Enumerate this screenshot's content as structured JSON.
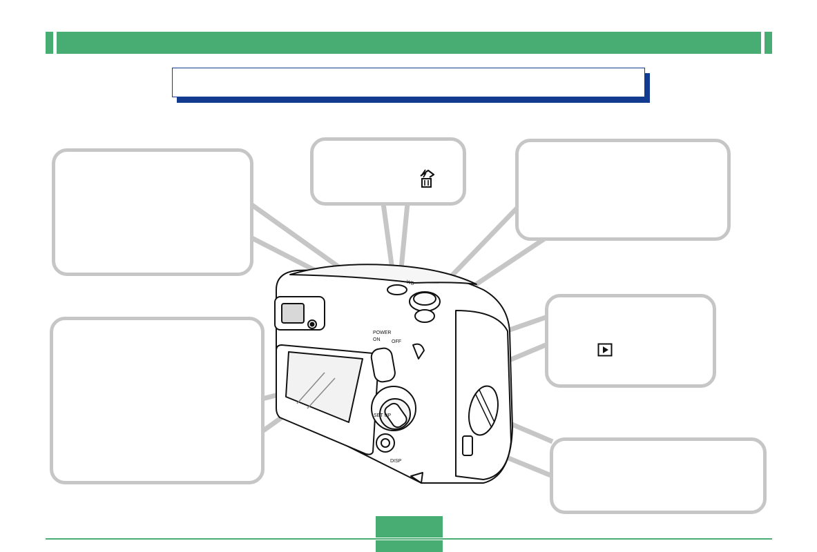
{
  "colors": {
    "green": "#47ad73",
    "navy": "#123a8f",
    "callout_border": "#c6c6c6"
  },
  "header": {
    "title": ""
  },
  "title_box": {
    "text": ""
  },
  "callouts": [
    {
      "id": "upper-left",
      "text": ""
    },
    {
      "id": "top-center",
      "text": "",
      "icon": "flash-delete-icon"
    },
    {
      "id": "upper-right",
      "text": ""
    },
    {
      "id": "lower-left",
      "text": ""
    },
    {
      "id": "middle-right",
      "text": "",
      "icon": "play-icon"
    },
    {
      "id": "lower-right",
      "text": ""
    }
  ],
  "camera": {
    "labels": {
      "power": "POWER",
      "on": "ON",
      "off": "OFF",
      "setup": "SET UP",
      "disp": "DISP",
      "top_button": "WB"
    }
  },
  "footer": {
    "page_number": ""
  }
}
